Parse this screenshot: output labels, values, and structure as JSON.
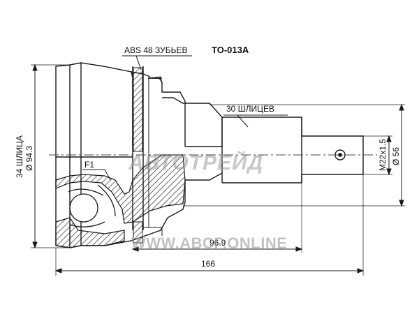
{
  "part_number": "TO-013A",
  "labels": {
    "abs_teeth": "ABS 48 ЗУБЬЕВ",
    "splines_outer": "30 ШЛИЦЕВ",
    "splines_inner": "34 ШЛИЦА",
    "feature": "F1",
    "thread": "M22x1.5"
  },
  "dimensions": {
    "outer_diameter": "Ø 94.3",
    "shaft_diameter": "Ø 56",
    "total_length": "166",
    "inner_length": "96.9"
  },
  "watermark": {
    "logo_text": "АВТОТРЕЙД",
    "website": "WWW.ABCP.ONLINE"
  },
  "colors": {
    "line": "#1a1a1a",
    "watermark": "#9a9a9a"
  }
}
